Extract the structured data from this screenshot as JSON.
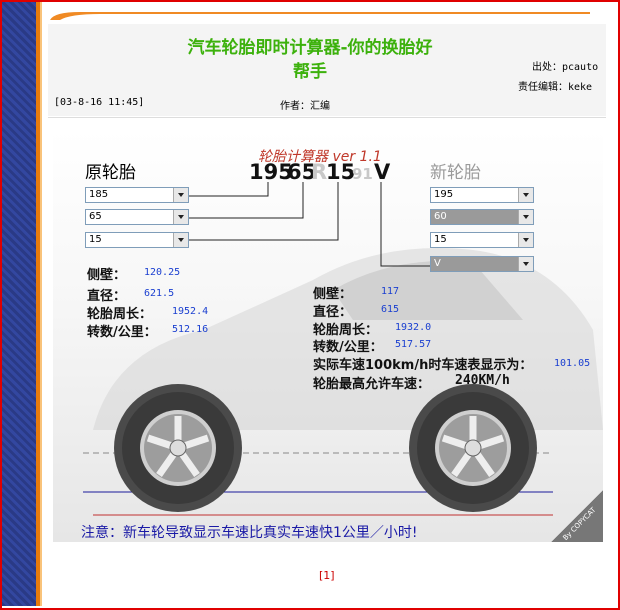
{
  "article": {
    "title_line1": "汽车轮胎即时计算器-你的换胎好",
    "title_line2": "帮手",
    "source": "出处：pcauto",
    "editor": "责任编辑：keke",
    "date": "[03-8-16 11:45]",
    "author": "作者：汇编"
  },
  "calculator": {
    "original_heading": "原轮胎",
    "new_heading": "新轮胎",
    "version": "轮胎计算器 ver 1.1",
    "code": {
      "width": "195",
      "ratio": "65",
      "r": "R",
      "rim": "15",
      "load": "91",
      "speed": "V"
    },
    "original_selects": [
      "185",
      "65",
      "15"
    ],
    "new_selects": [
      "195",
      "60",
      "15",
      "V"
    ],
    "original_stats": {
      "sidewall_label": "侧壁：",
      "sidewall": "120.25",
      "diameter_label": "直径：",
      "diameter": "621.5",
      "circ_label": "轮胎周长：",
      "circ": "1952.4",
      "rev_label": "转数/公里：",
      "rev": "512.16"
    },
    "new_stats": {
      "sidewall_label": "侧壁：",
      "sidewall": "117",
      "diameter_label": "直径：",
      "diameter": "615",
      "circ_label": "轮胎周长：",
      "circ": "1932.0",
      "rev_label": "转数/公里：",
      "rev": "517.57",
      "speedo_label": "实际车速100km/h时车速表显示为：",
      "speedo": "101.05",
      "max_label": "轮胎最高允许车速：",
      "max": "240KM/h"
    },
    "note": "注意：新车轮导致显示车速比真实车速快1公里／小时!",
    "corner": "By COPYCAT"
  },
  "pager": "[1]"
}
